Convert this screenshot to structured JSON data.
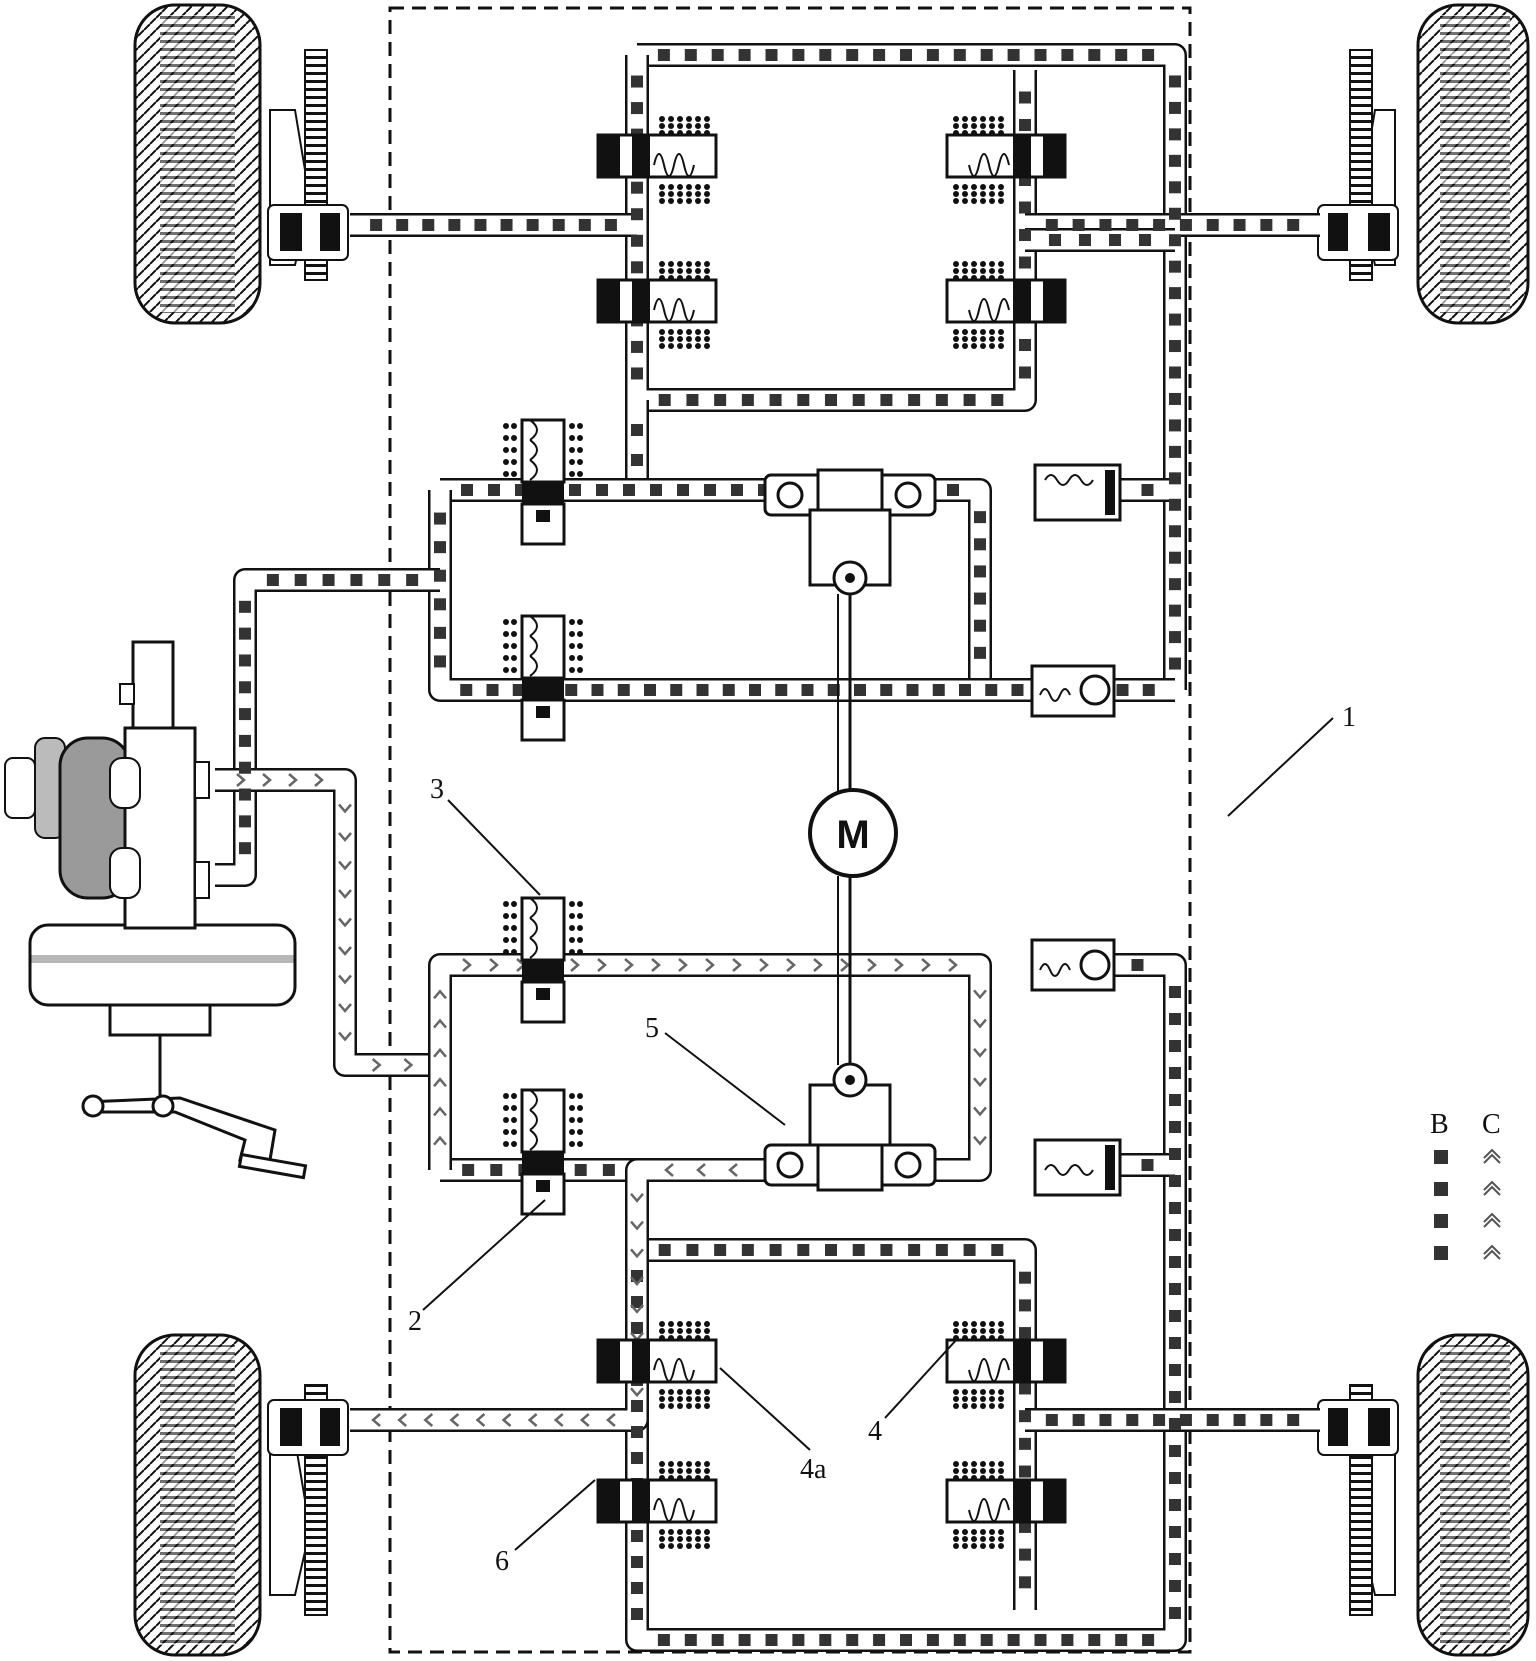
{
  "labels": {
    "unit": "1",
    "valve_inlet": "2",
    "valve_outlet": "3",
    "wheel_cylinder_right": "4",
    "wheel_cylinder_left": "4a",
    "pump": "5",
    "accumulator": "6"
  },
  "motor": "M",
  "legend": {
    "b": "B",
    "c": "C"
  },
  "colors": {
    "line": "#111111",
    "background": "#ffffff",
    "booster": "#9a9a9a",
    "marker": "#333333"
  }
}
